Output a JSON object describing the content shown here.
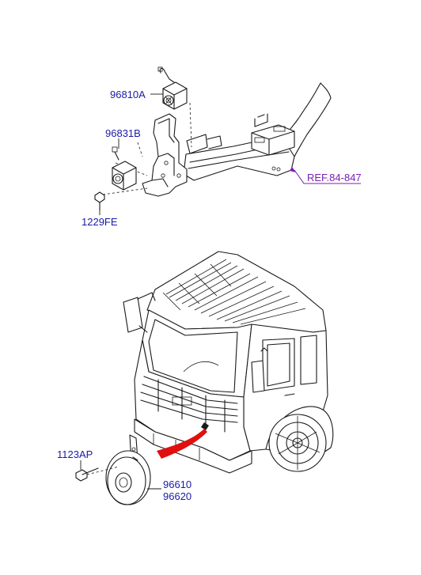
{
  "colors": {
    "part_label": "#1a1aa8",
    "ref_label": "#7a1fb5",
    "arrow": "#e01010",
    "line": "#1a1a1a"
  },
  "labels": {
    "p96810A": "96810A",
    "p96831B": "96831B",
    "p1229FE": "1229FE",
    "ref": "REF.84-847",
    "p1123AP": "1123AP",
    "p96610": "96610",
    "p96620": "96620"
  },
  "icons": {
    "upper_group": "air-horn-bracket-assembly",
    "truck": "truck-cab-illustration",
    "lower_horn": "disc-horn",
    "locator_arrow": "red-locator-arrow"
  }
}
